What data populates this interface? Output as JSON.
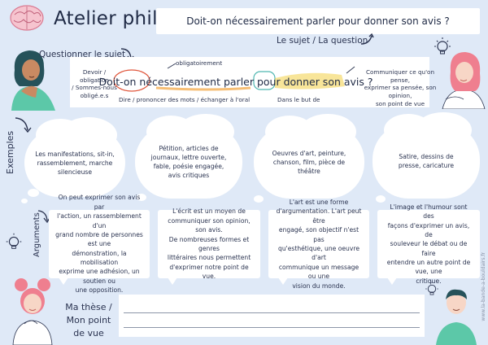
{
  "header": {
    "title": "Atelier philo",
    "question": "Doit-on nécessairement parler pour donner son avis ?",
    "subject_label": "Le sujet / La question"
  },
  "questionner": {
    "label": "Questionner le sujet",
    "main_question": "Doit-on nécessairement parler pour donner son avis ?",
    "annotations": {
      "left": "Devoir / obligation\n/ Sommes-nous\nobligé.e.s",
      "top": "obligatoirement",
      "bottom_left": "Dire / prononcer des mots / échanger à l'oral",
      "bottom_right": "Dans le but de",
      "right": "Communiquer ce qu'on pense,\nexprimer sa pensée, son opinion,\nson point de vue"
    }
  },
  "sections": {
    "examples": "Exemples",
    "arguments": "Arguments"
  },
  "examples": [
    "Les manifestations, sit-in,\nrassemblement, marche\nsilencieuse",
    "Pétition, articles de\njournaux, lettre ouverte,\nfable, poésie engagée,\navis critiques",
    "Oeuvres d'art, peinture,\nchanson, film, pièce de\nthéâtre",
    "Satire, dessins de\npresse, caricature"
  ],
  "arguments": [
    "On peut exprimer son avis par\nl'action, un rassemblement d'un\ngrand nombre de personnes est une\ndémonstration, la mobilisation\nexprime une adhésion, un soutien ou\nune opposition.",
    "L'écrit est un moyen de\ncommuniquer son opinion, son avis.\nDe nombreuses formes et genres\nlittéraires nous permettent\nd'exprimer notre point de vue.",
    "L'art est une forme\nd'argumentation. L'art peut être\nengagé, son objectif n'est pas\nqu'esthétique, une oeuvre d'art\ncommunique un message ou une\nvision du monde.",
    "L'image et l'humour sont des\nfaçons d'exprimer un avis, de\nsouleveur le débat ou de faire\nentendre un autre point de vue, une\ncritique."
  ],
  "thesis": {
    "label": "Ma thèse /\nMon point\nde vue"
  },
  "watermark": "www.la-bande-a-bouldairs.fr",
  "colors": {
    "background": "#dfe9f7",
    "text": "#2a3350",
    "accent_red": "#e0563b",
    "accent_orange": "#f2a23a",
    "accent_yellow": "#f3d046",
    "accent_teal": "#4fb6b0"
  }
}
